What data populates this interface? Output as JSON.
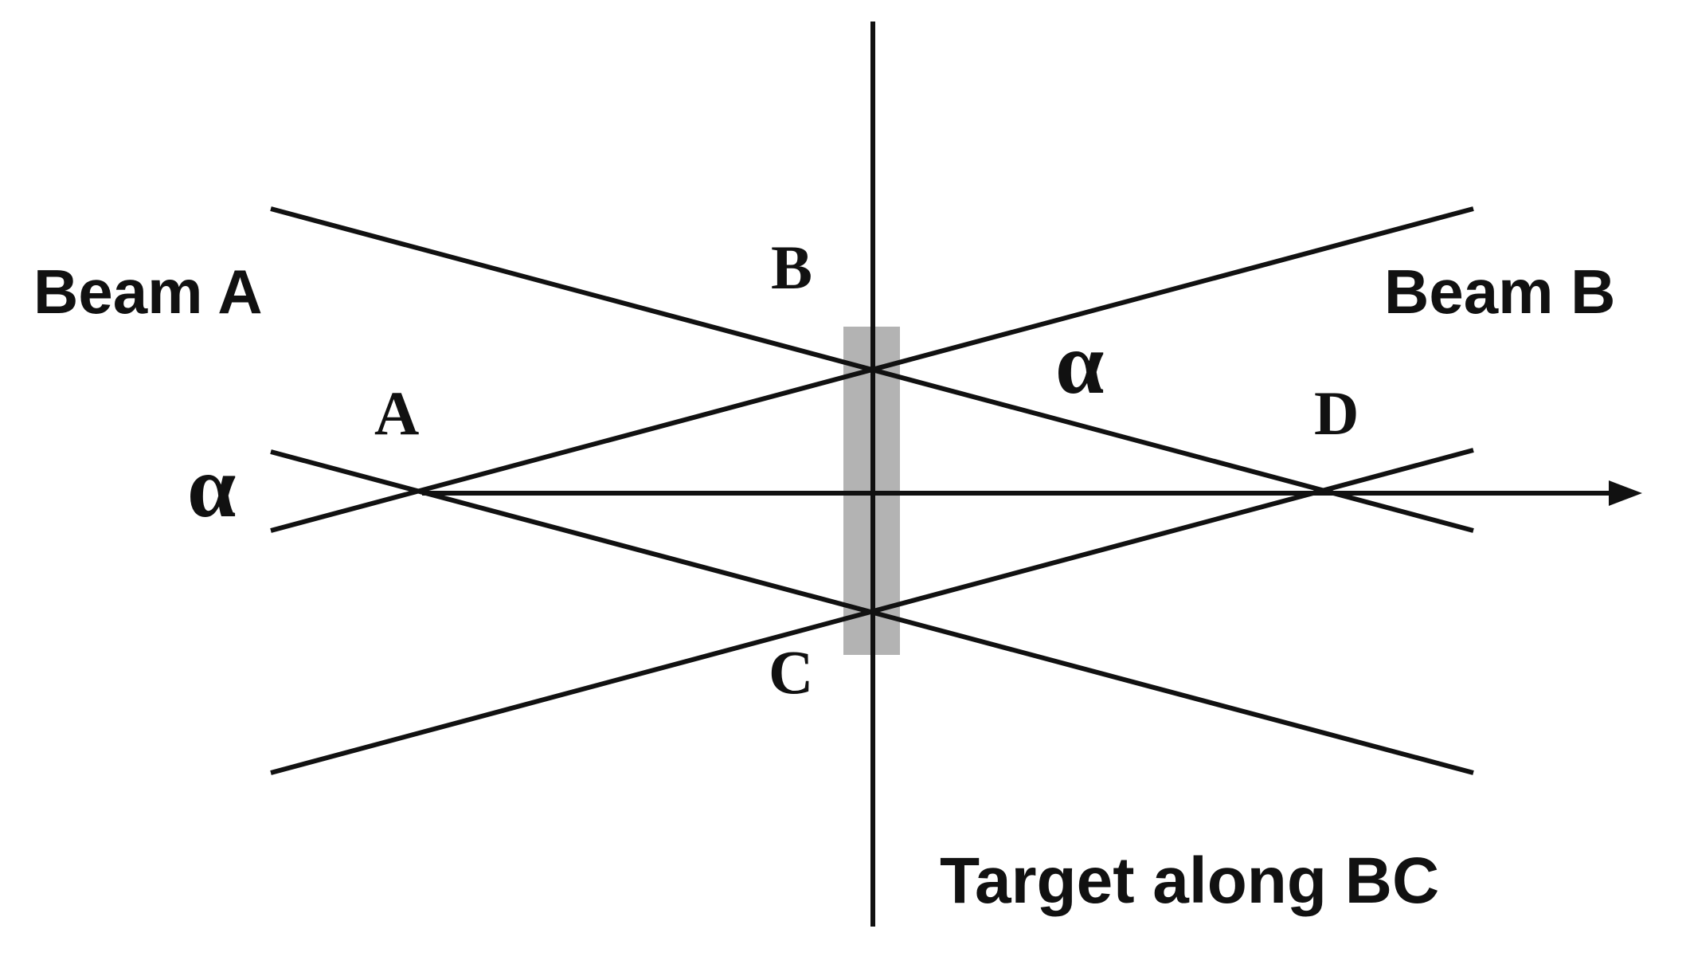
{
  "labels": {
    "beam_a": "Beam A",
    "beam_b": "Beam B",
    "point_a": "A",
    "point_b": "B",
    "point_c": "C",
    "point_d": "D",
    "alpha_left": "α",
    "alpha_right": "α",
    "target": "Target along BC"
  },
  "colors": {
    "line": "#111111",
    "target_band": "#b3b3b3"
  }
}
